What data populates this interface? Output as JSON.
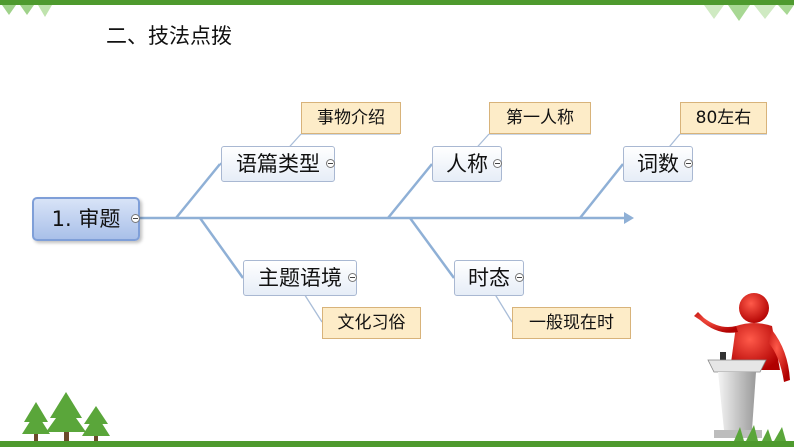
{
  "header": {
    "title": "二、技法点拨"
  },
  "diagram": {
    "root": {
      "label": "1. 审题"
    },
    "topics": [
      {
        "label": "语篇类型",
        "detail": "事物介绍"
      },
      {
        "label": "主题语境",
        "detail": "文化习俗"
      },
      {
        "label": "人称",
        "detail": "第一人称"
      },
      {
        "label": "时态",
        "detail": "一般现在时"
      },
      {
        "label": "词数",
        "detail": "80左右"
      }
    ]
  },
  "colors": {
    "accent": "#4e9a2e",
    "line": "#8fb0d6",
    "topic_bg": "#e6edf7",
    "detail_bg": "#fdecc8",
    "root_bg": "#a9c0e9"
  }
}
